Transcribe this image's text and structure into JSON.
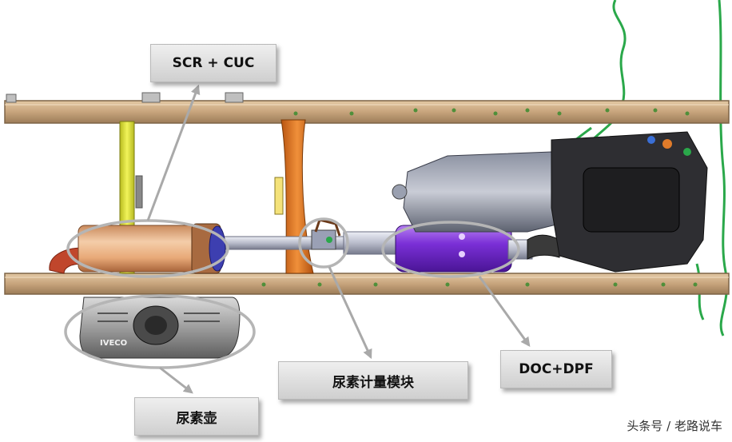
{
  "labels": {
    "scr_cuc": "SCR + CUC",
    "urea_dosing_module": "尿素计量模块",
    "doc_dpf": "DOC+DPF",
    "urea_tank": "尿素壶"
  },
  "tank_logo_text": "IVECO",
  "watermark": "头条号 / 老路说车",
  "colors": {
    "frame_rail": "#c7a47c",
    "frame_edge": "#7d6346",
    "yellow_crossmember": "#e2e63a",
    "orange_crossmember": "#e0761e",
    "purple_doc_dpf": "#7a2fd6",
    "scr_body": "#eab38c",
    "engine_dark": "#2a2a2a",
    "harness_green": "#2aa84a",
    "callout_ellipse": "#b5b5b5",
    "label_text": "#111111"
  }
}
